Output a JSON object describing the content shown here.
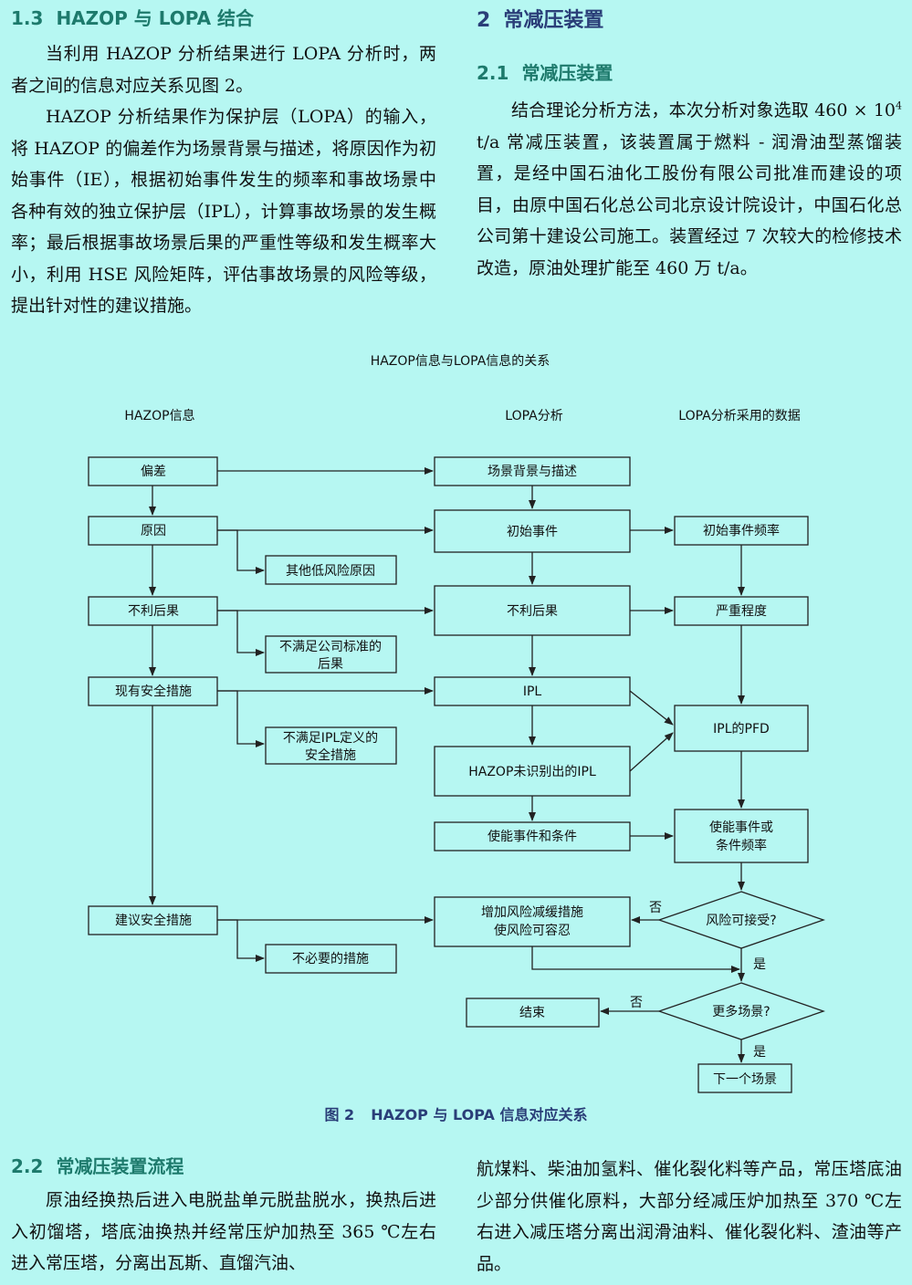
{
  "sec13": {
    "num": "1.3",
    "title": "HAZOP 与 LOPA 结合",
    "p1": "当利用 HAZOP 分析结果进行 LOPA 分析时，两者之间的信息对应关系见图 2。",
    "p2": "HAZOP 分析结果作为保护层（LOPA）的输入，将 HAZOP 的偏差作为场景背景与描述，将原因作为初始事件（IE），根据初始事件发生的频率和事故场景中各种有效的独立保护层（IPL），计算事故场景的发生概率；最后根据事故场景后果的严重性等级和发生概率大小，利用 HSE 风险矩阵，评估事故场景的风险等级，提出针对性的建议措施。"
  },
  "sec2": {
    "num": "2",
    "title": "常减压装置"
  },
  "sec21": {
    "num": "2.1",
    "title": "常减压装置",
    "p1_a": "结合理论分析方法，本次分析对象选取 460 × 10",
    "p1_sup": "4",
    "p1_b": " t/a 常减压装置，该装置属于燃料 - 润滑油型蒸馏装置，是经中国石油化工股份有限公司批准而建设的项目，由原中国石化总公司北京设计院设计，中国石化总公司第十建设公司施工。装置经过 7 次较大的检修技术改造，原油处理扩能至 460 万 t/a。"
  },
  "diagram": {
    "title": "HAZOP信息与LOPA信息的关系",
    "col_hazop": "HAZOP信息",
    "col_lopa": "LOPA分析",
    "col_data": "LOPA分析采用的数据",
    "hazop": {
      "deviation": "偏差",
      "cause": "原因",
      "consequence": "不利后果",
      "safeguards": "现有安全措施",
      "recommend": "建议安全措施"
    },
    "side": {
      "low_risk": "其他低风险原因",
      "not_meet_std_1": "不满足公司标准的",
      "not_meet_std_2": "后果",
      "not_ipl_1": "不满足IPL定义的",
      "not_ipl_2": "安全措施",
      "unneeded": "不必要的措施"
    },
    "lopa": {
      "scenario": "场景背景与描述",
      "initiating": "初始事件",
      "consequence": "不利后果",
      "ipl": "IPL",
      "unidentified_ipl": "HAZOP未识别出的IPL",
      "enabling": "使能事件和条件",
      "mitigation_1": "增加风险减缓措施",
      "mitigation_2": "使风险可容忍",
      "end": "结束"
    },
    "data": {
      "ie_freq": "初始事件频率",
      "severity": "严重程度",
      "ipl_pfd": "IPL的PFD",
      "enabling_freq_1": "使能事件或",
      "enabling_freq_2": "条件频率",
      "acceptable": "风险可接受?",
      "more": "更多场景?",
      "next": "下一个场景"
    },
    "yes": "是",
    "no": "否"
  },
  "caption": {
    "num": "图 2",
    "text": "HAZOP 与 LOPA 信息对应关系"
  },
  "sec22": {
    "num": "2.2",
    "title": "常减压装置流程",
    "p1": "原油经换热后进入电脱盐单元脱盐脱水，换热后进入初馏塔，塔底油换热并经常压炉加热至 365 ℃左右进入常压塔，分离出瓦斯、直馏汽油、",
    "p2": "航煤料、柴油加氢料、催化裂化料等产品，常压塔底油少部分供催化原料，大部分经减压炉加热至 370 ℃左右进入减压塔分离出润滑油料、催化裂化料、渣油等产品。"
  },
  "colors": {
    "heading_green": "#1d7a6c",
    "heading_blue": "#2a3e78",
    "background": "#b6f7f2"
  }
}
